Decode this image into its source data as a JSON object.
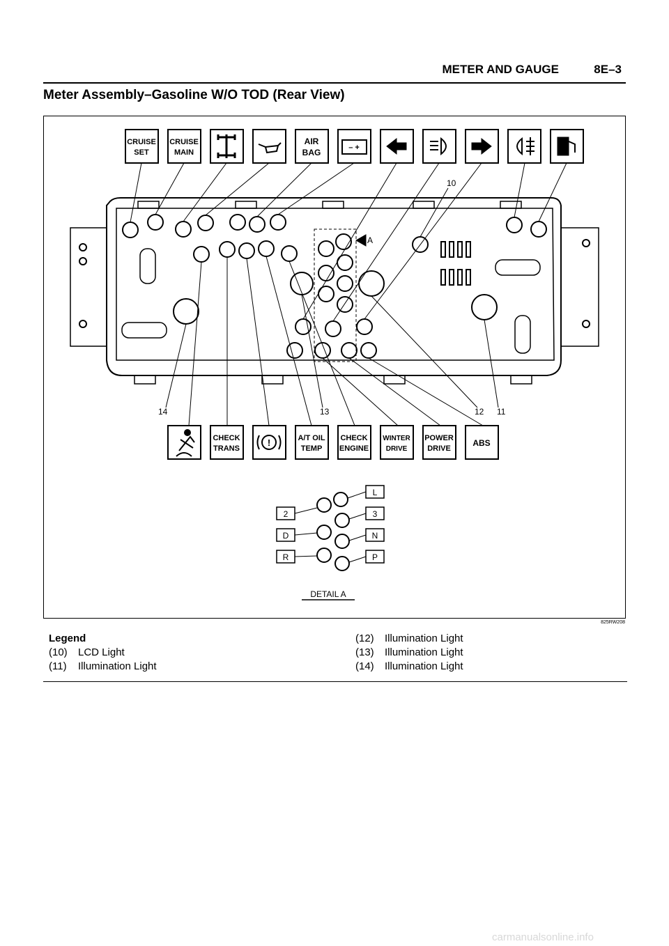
{
  "header": {
    "section": "METER AND GAUGE",
    "page": "8E–3"
  },
  "title": "Meter Assembly–Gasoline W/O TOD (Rear View)",
  "figure": {
    "code": "825RW208",
    "top_indicators": [
      [
        "CRUISE",
        "SET"
      ],
      [
        "CRUISE",
        "MAIN"
      ],
      [
        "4WD"
      ],
      [
        "OIL"
      ],
      [
        "AIR",
        "BAG"
      ],
      [
        "– +"
      ],
      [
        "LEFT"
      ],
      [
        "HEAD"
      ],
      [
        "RIGHT"
      ],
      [
        "FOG"
      ],
      [
        "FUEL"
      ]
    ],
    "bottom_indicators": [
      [
        "BELT"
      ],
      [
        "CHECK",
        "TRANS"
      ],
      [
        "(!)"
      ],
      [
        "A/T OIL",
        "TEMP"
      ],
      [
        "CHECK",
        "ENGINE"
      ],
      [
        "WINTER",
        "DRIVE"
      ],
      [
        "POWER",
        "DRIVE"
      ],
      [
        "ABS"
      ]
    ],
    "callouts": {
      "c10": "10",
      "c11": "11",
      "c12": "12",
      "c13": "13",
      "c14": "14"
    },
    "detail_marker": "A",
    "detail_left": [
      "2",
      "D",
      "R"
    ],
    "detail_right": [
      "L",
      "3",
      "N",
      "P"
    ],
    "detail_label": "DETAIL A"
  },
  "legend": {
    "title": "Legend",
    "left": [
      {
        "num": "(10)",
        "label": "LCD Light"
      },
      {
        "num": "(11)",
        "label": "Illumination Light"
      }
    ],
    "right": [
      {
        "num": "(12)",
        "label": "Illumination Light"
      },
      {
        "num": "(13)",
        "label": "Illumination Light"
      },
      {
        "num": "(14)",
        "label": "Illumination Light"
      }
    ]
  },
  "footer": "carmanualsonline.info"
}
